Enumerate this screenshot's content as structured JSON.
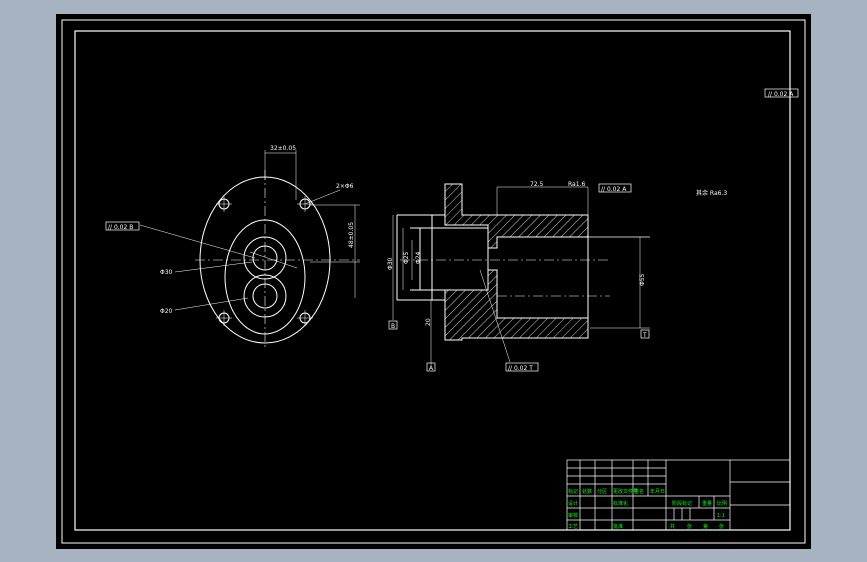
{
  "colors": {
    "background": "#a8b3c1",
    "sheet": "#000000",
    "line": "#ffffff",
    "hatch": "#ffffff",
    "title_text": "#00ff00",
    "dim_text": "#ffffff"
  },
  "annotations": {
    "flatness_top_right": "// 0.02 A",
    "roughness_other": "其余 Ra6.3",
    "front_width": "32±0.05",
    "front_height": "48±0.05",
    "front_hole": "2×Φ6",
    "front_tol_left": "// 0.02 B",
    "front_label_a": "Φ30",
    "front_label_b": "Φ20",
    "side_len": "72.5",
    "side_rough": "Ra1.6",
    "side_tol_top": "// 0.02 A",
    "side_dia_a": "Φ30",
    "side_dia_b": "Φ25",
    "side_dia_c": "Φ24",
    "side_dia_d": "Φ55",
    "side_dim_bottom": "20",
    "side_tol_bottom": "// 0.02 T",
    "datum_b": "B",
    "datum_a": "A",
    "datum_t": "T"
  },
  "title_block": {
    "row_a": [
      "标记",
      "处数",
      "分区",
      "更改文件号",
      "签名",
      "年月日"
    ],
    "row_b": [
      "设计",
      "",
      "标准化"
    ],
    "row_c": [
      "审核"
    ],
    "row_d": [
      "工艺",
      "",
      "批准"
    ],
    "stage": "阶段标记",
    "weight": "重量",
    "scale": "比例",
    "scale_value": "1:1",
    "sheet_info": [
      "共",
      "张",
      "第",
      "张"
    ]
  }
}
